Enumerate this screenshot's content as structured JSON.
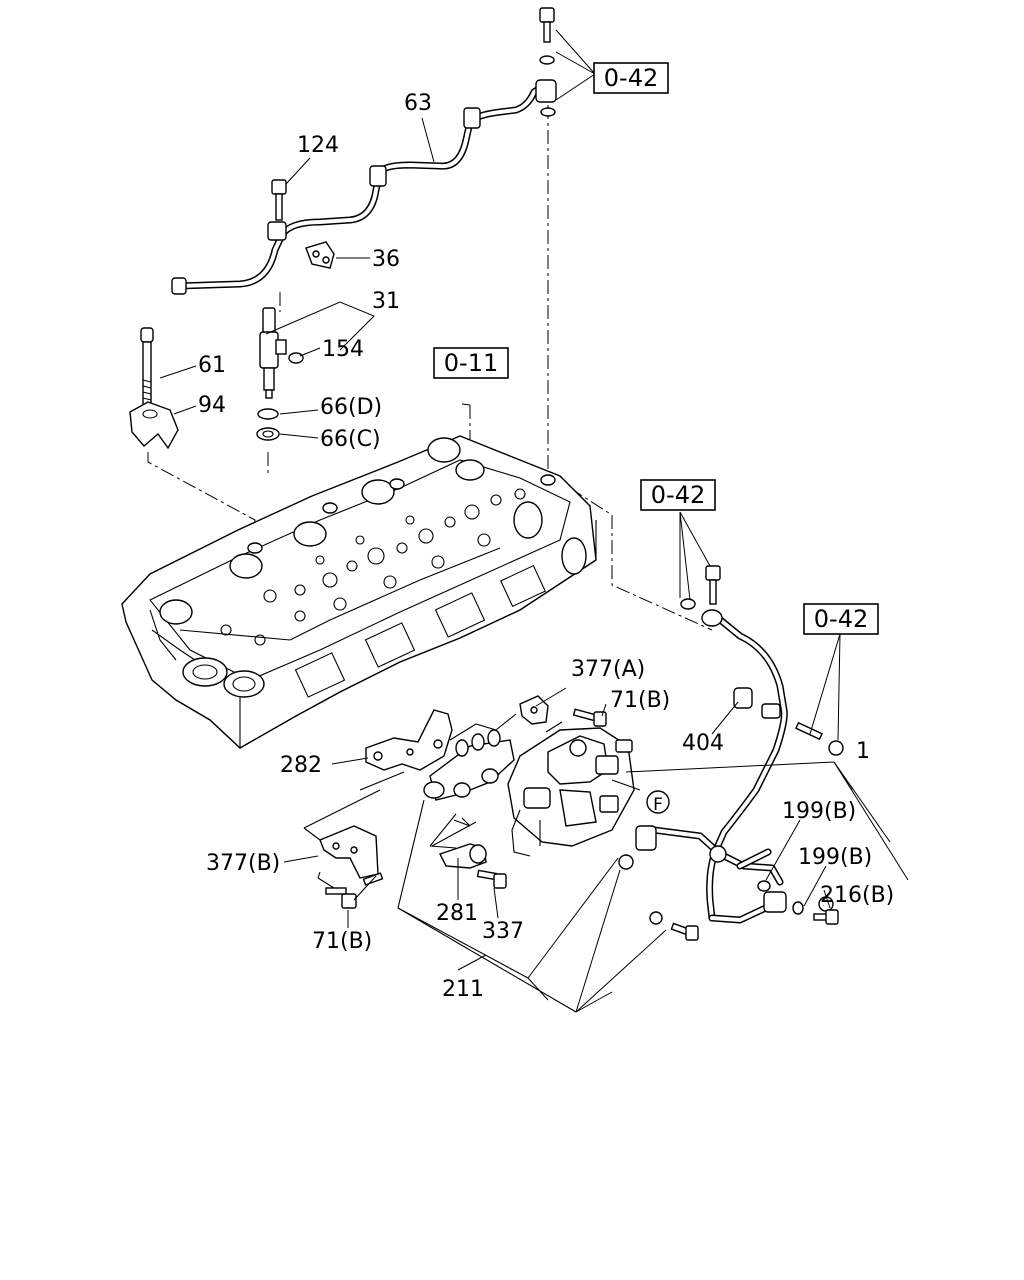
{
  "callouts": {
    "p1": "1",
    "p31": "31",
    "p36": "36",
    "p61": "61",
    "p63": "63",
    "p66c": "66(C)",
    "p66d": "66(D)",
    "p71b_a": "71(B)",
    "p71b_b": "71(B)",
    "p94": "94",
    "p124": "124",
    "p154": "154",
    "p199b_a": "199(B)",
    "p199b_b": "199(B)",
    "p211": "211",
    "p216b": "216(B)",
    "p281": "281",
    "p282": "282",
    "p337": "337",
    "p377a": "377(A)",
    "p377b": "377(B)",
    "p404": "404"
  },
  "references": {
    "ref_042_top": "0-42",
    "ref_011": "0-11",
    "ref_042_mid": "0-42",
    "ref_042_right": "0-42"
  },
  "markers": {
    "front": "F"
  }
}
